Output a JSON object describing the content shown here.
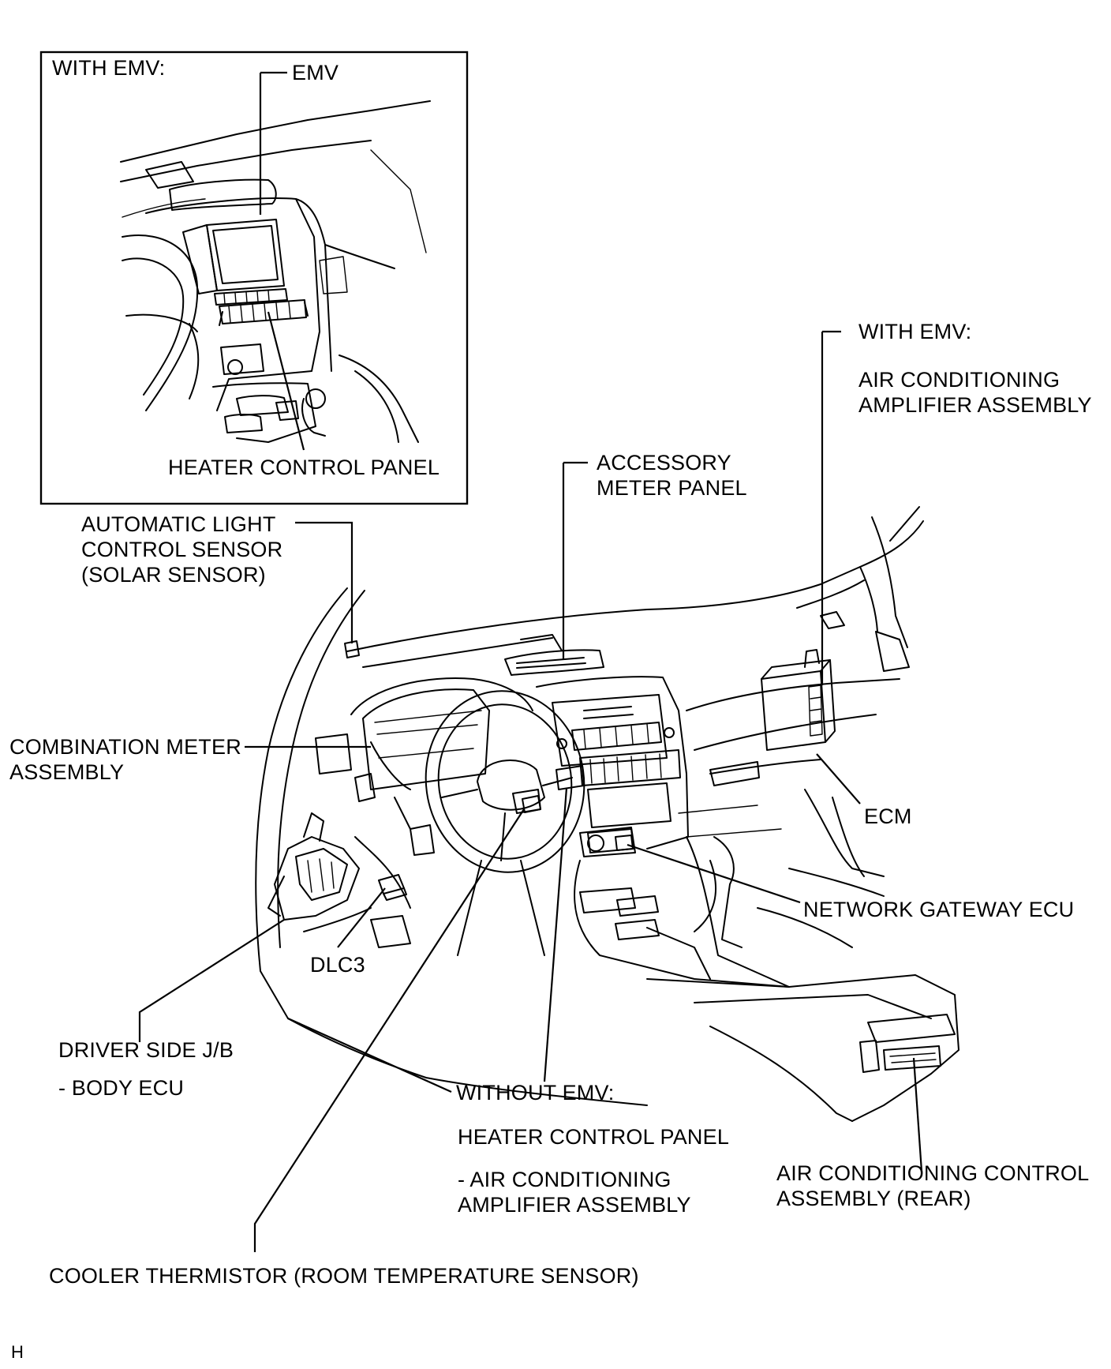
{
  "inset": {
    "title": "WITH EMV:",
    "labels": {
      "emv": "EMV",
      "heater_control_panel": "HEATER CONTROL PANEL"
    }
  },
  "labels": {
    "with_emv_right": "WITH EMV:",
    "ac_amplifier": [
      "AIR CONDITIONING",
      "AMPLIFIER ASSEMBLY"
    ],
    "accessory_meter": [
      "ACCESSORY",
      "METER PANEL"
    ],
    "auto_light_sensor": [
      "AUTOMATIC LIGHT",
      "CONTROL SENSOR",
      "(SOLAR SENSOR)"
    ],
    "combination_meter": [
      "COMBINATION METER",
      "ASSEMBLY"
    ],
    "ecm": "ECM",
    "network_gateway": "NETWORK GATEWAY ECU",
    "dlc3": "DLC3",
    "driver_side_jb": "DRIVER SIDE J/B",
    "body_ecu": "- BODY ECU",
    "without_emv": "WITHOUT EMV:",
    "heater_control_panel": "HEATER CONTROL PANEL",
    "ac_amplifier_sub": [
      "- AIR CONDITIONING",
      "AMPLIFIER ASSEMBLY"
    ],
    "ac_control_rear": [
      "AIR CONDITIONING CONTROL",
      "ASSEMBLY (REAR)"
    ],
    "cooler_thermistor": "COOLER THERMISTOR (ROOM TEMPERATURE SENSOR)",
    "corner_mark": "H"
  }
}
